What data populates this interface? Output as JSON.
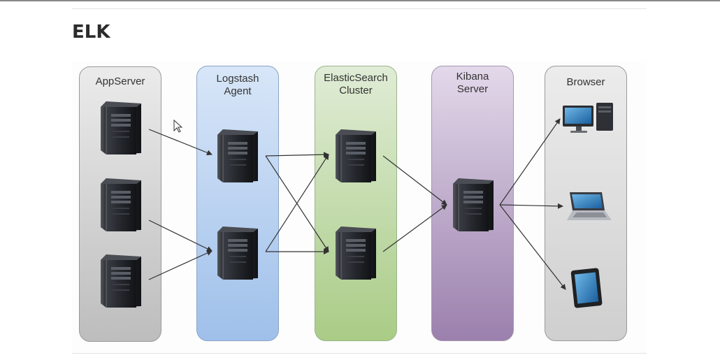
{
  "page": {
    "heading": "ELK"
  },
  "diagram": {
    "lanes": [
      {
        "id": "appserver",
        "label": "AppServer"
      },
      {
        "id": "logstash",
        "label": "Logstash\nAgent"
      },
      {
        "id": "elasticsearch",
        "label": "ElasticSearch\nCluster"
      },
      {
        "id": "kibana",
        "label": "Kibana\nServer"
      },
      {
        "id": "browser",
        "label": "Browser"
      }
    ],
    "nodes": [
      {
        "id": "app-1",
        "lane": "appserver",
        "kind": "server-icon"
      },
      {
        "id": "app-2",
        "lane": "appserver",
        "kind": "server-icon"
      },
      {
        "id": "app-3",
        "lane": "appserver",
        "kind": "server-icon"
      },
      {
        "id": "logstash-1",
        "lane": "logstash",
        "kind": "server-icon"
      },
      {
        "id": "logstash-2",
        "lane": "logstash",
        "kind": "server-icon"
      },
      {
        "id": "es-1",
        "lane": "elasticsearch",
        "kind": "server-icon"
      },
      {
        "id": "es-2",
        "lane": "elasticsearch",
        "kind": "server-icon"
      },
      {
        "id": "kibana-1",
        "lane": "kibana",
        "kind": "server-icon"
      },
      {
        "id": "desktop",
        "lane": "browser",
        "kind": "desktop-computer-icon"
      },
      {
        "id": "laptop",
        "lane": "browser",
        "kind": "laptop-icon"
      },
      {
        "id": "tablet",
        "lane": "browser",
        "kind": "tablet-icon"
      }
    ],
    "edges": [
      {
        "from": "app-1",
        "to": "logstash-1"
      },
      {
        "from": "app-2",
        "to": "logstash-2"
      },
      {
        "from": "app-3",
        "to": "logstash-2"
      },
      {
        "from": "logstash-1",
        "to": "es-1"
      },
      {
        "from": "logstash-1",
        "to": "es-2"
      },
      {
        "from": "logstash-2",
        "to": "es-1"
      },
      {
        "from": "logstash-2",
        "to": "es-2"
      },
      {
        "from": "es-1",
        "to": "kibana-1"
      },
      {
        "from": "es-2",
        "to": "kibana-1"
      },
      {
        "from": "kibana-1",
        "to": "desktop"
      },
      {
        "from": "kibana-1",
        "to": "laptop"
      },
      {
        "from": "kibana-1",
        "to": "tablet"
      }
    ]
  },
  "colors": {
    "appserver": "#d4d4d4",
    "logstash": "#b8d0f0",
    "elasticsearch": "#c3dca9",
    "kibana": "#bba8c8",
    "browser": "#dddddd",
    "server": "#1e2024",
    "arrow": "#333333"
  }
}
